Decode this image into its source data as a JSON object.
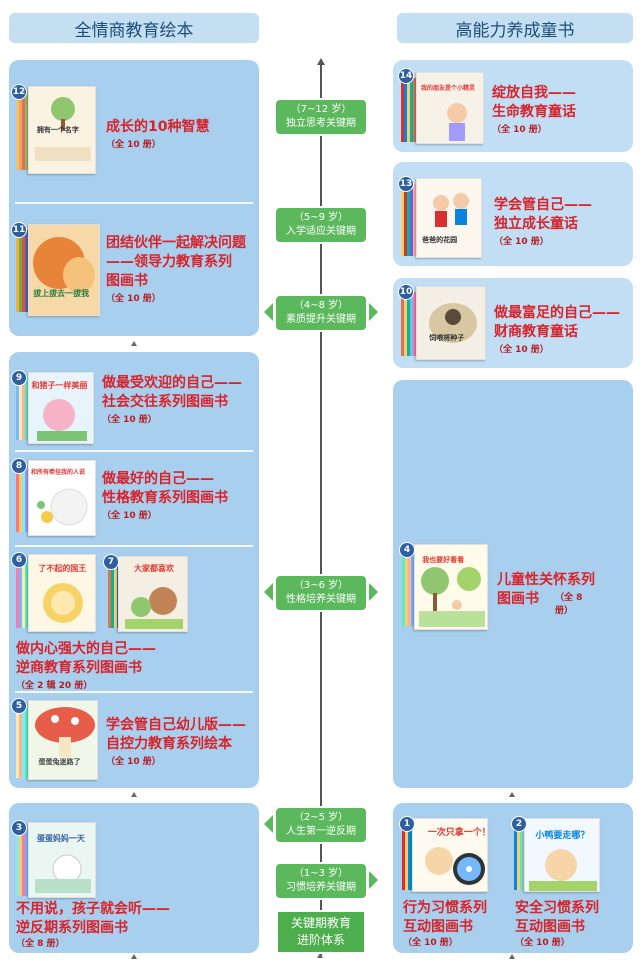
{
  "headers": {
    "left": "全情商教育绘本",
    "right": "高能力养成童书"
  },
  "books": [
    {
      "num": "12",
      "title1": "成长的10种智慧",
      "title2": "",
      "title3": "",
      "count": "（全 10 册）",
      "cover": "拥有一个名字"
    },
    {
      "num": "11",
      "title1": "团结伙伴一起解决问题",
      "title2": "——领导力教育系列",
      "title3": "图画书",
      "count": "（全 10 册）",
      "cover": "拔上拔去一拔我"
    },
    {
      "num": "9",
      "title1": "做最受欢迎的自己——",
      "title2": "社会交往系列图画书",
      "title3": "",
      "count": "（全 10 册）",
      "cover": "和猪子一样美丽"
    },
    {
      "num": "8",
      "title1": "做最好的自己——",
      "title2": "性格教育系列图画书",
      "title3": "",
      "count": "（全 10 册）",
      "cover": "和所有牵挂我的人说"
    },
    {
      "num": "6",
      "num2": "7",
      "title1": "做内心强大的自己——",
      "title2": "逆商教育系列图画书",
      "title3": "",
      "count": "（全 2 辑 20 册）",
      "cover": "了不起的国王",
      "cover2": "大家都喜欢"
    },
    {
      "num": "5",
      "title1": "学会管自己幼儿版——",
      "title2": "自控力教育系列绘本",
      "title3": "",
      "count": "（全 10 册）",
      "cover": "蛋蛋兔迷路了"
    },
    {
      "num": "3",
      "title1": "不用说，孩子就会听——",
      "title2": "逆反期系列图画书",
      "title3": "",
      "count": "（全 8 册）",
      "cover": "蛋蛋妈妈一天"
    },
    {
      "num": "14",
      "title1": "绽放自我——",
      "title2": "生命教育童话",
      "title3": "",
      "count": "（全 10 册）",
      "cover": "我的朋友是个小精灵"
    },
    {
      "num": "13",
      "title1": "学会管自己——",
      "title2": "独立成长童话",
      "title3": "",
      "count": "（全 10 册）",
      "cover": "爸爸的花园"
    },
    {
      "num": "10",
      "title1": "做最富足的自己——",
      "title2": "财商教育童话",
      "title3": "",
      "count": "（全 10 册）",
      "cover": "饲喂将种子"
    },
    {
      "num": "4",
      "title1": "儿童性关怀系列",
      "title2": "图画书",
      "title3": "",
      "count": "（全 8 册）",
      "cover": "我也要好看看"
    },
    {
      "num": "1",
      "title1": "行为习惯系列",
      "title2": "互动图画书",
      "title3": "",
      "count": "（全 10 册）",
      "cover": "一次只拿一个！"
    },
    {
      "num": "2",
      "title1": "安全习惯系列",
      "title2": "互动图画书",
      "title3": "",
      "count": "（全 10 册）",
      "cover": "小鸭要走哪？"
    }
  ],
  "stages": [
    {
      "age": "（7~12 岁）",
      "label": "独立思考关键期"
    },
    {
      "age": "（5~9 岁）",
      "label": "入学适应关键期"
    },
    {
      "age": "（4~8 岁）",
      "label": "素质提升关键期"
    },
    {
      "age": "（3~6 岁）",
      "label": "性格培养关键期"
    },
    {
      "age": "（2~5 岁）",
      "label": "人生第一逆反期"
    },
    {
      "age": "（1~3 岁）",
      "label": "习惯培养关键期"
    }
  ],
  "base": {
    "line1": "关键期教育",
    "line2": "进阶体系"
  },
  "colors": {
    "panel": "#a9cfee",
    "panel_light": "#c2def5",
    "header": "#c5dff2",
    "title": "#d8232a",
    "badge": "#2d5fa3",
    "pill": "#5cb85c"
  }
}
